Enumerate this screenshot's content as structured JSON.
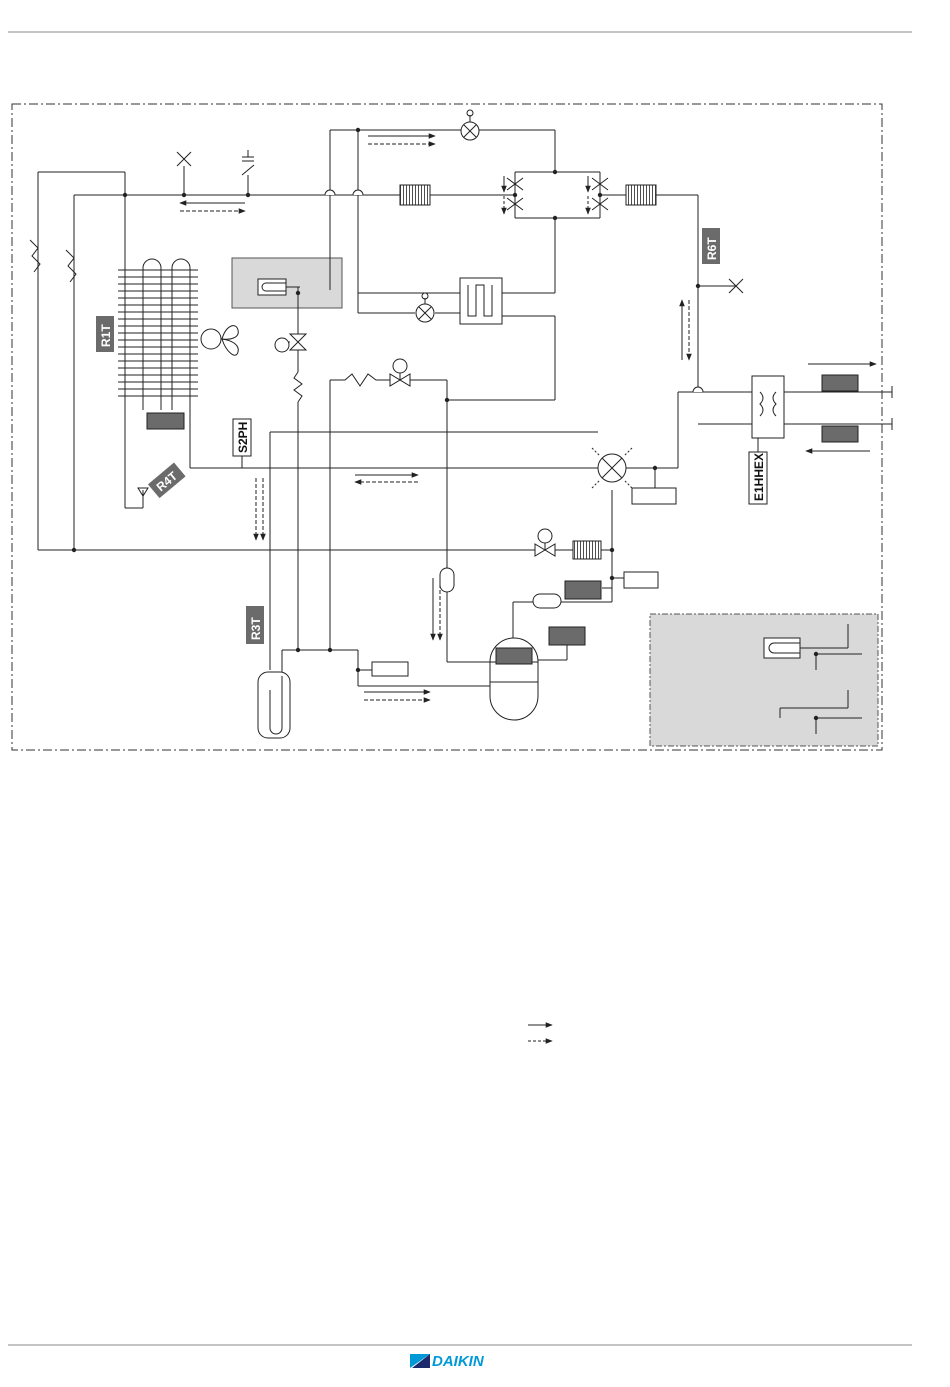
{
  "labels": {
    "r1t": "R1T",
    "r4t": "R4T",
    "r3t": "R3T",
    "r6t": "R6T",
    "s2ph": "S2PH",
    "e1hhex": "E1HHEX"
  },
  "brand": {
    "name": "DAIKIN",
    "color": "#0099d8"
  },
  "colors": {
    "line": "#222222",
    "shade": "#d9d9d9",
    "dark_box": "#6b6b6b"
  }
}
